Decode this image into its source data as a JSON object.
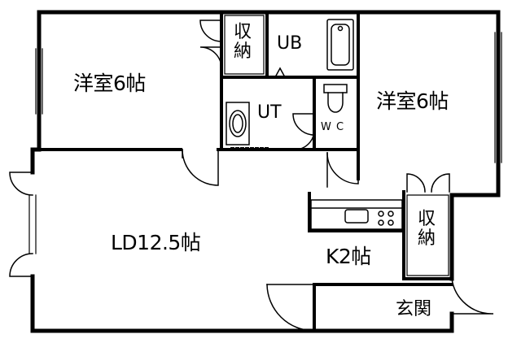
{
  "rooms": {
    "western_room_left": "洋室6帖",
    "western_room_right": "洋室6帖",
    "ldk": "LD12.5帖",
    "kitchen": "K2帖",
    "unit_bath": "UB",
    "utility": "UT",
    "toilet": "W C",
    "entrance": "玄関"
  },
  "storage": {
    "top_line1": "収",
    "top_line2": "納",
    "right_line1": "収",
    "right_line2": "納"
  },
  "colors": {
    "wall": "#000000",
    "background": "#ffffff"
  }
}
